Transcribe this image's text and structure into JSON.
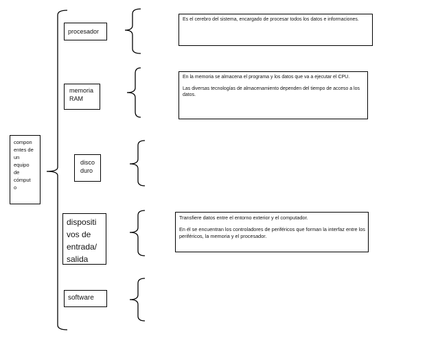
{
  "root": {
    "label": "compon\nentes de\nun\nequipo\nde\ncómput\no"
  },
  "categories": [
    {
      "label": "procesador"
    },
    {
      "label": "memoria\nRAM"
    },
    {
      "label": "disco\nduro"
    },
    {
      "label": "dispositi\nvos de\nentrada/\nsalida"
    },
    {
      "label": "software"
    }
  ],
  "descriptions": [
    {
      "paragraphs": [
        "Es el cerebro del sistema, encargado de procesar todos los datos e informaciones."
      ]
    },
    {
      "paragraphs": [
        "En la memoria se almacena el programa y los datos que va a ejecutar el CPU.",
        "Las diversas tecnologías de almacenamiento dependen del tiempo de acceso a los datos."
      ]
    },
    {
      "paragraphs": []
    },
    {
      "paragraphs": [
        "Transfiere datos entre el entorno exterior y el computador.",
        "En él se encuentran los controladores de periféricos que forman la interfaz entre los periféricos, la memoria y el procesador."
      ]
    },
    {
      "paragraphs": []
    }
  ]
}
